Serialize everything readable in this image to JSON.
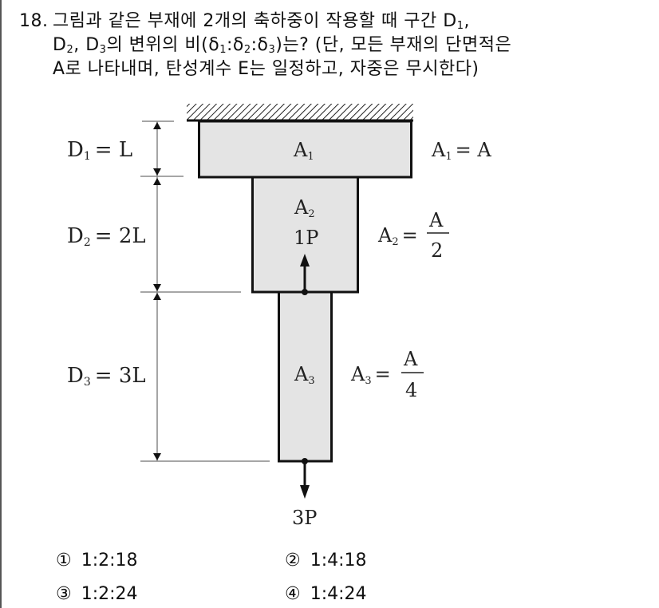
{
  "question": {
    "number": "18.",
    "line1": "그림과 같은 부재에 2개의 축하중이 작용할 때 구간 D",
    "line1_sub": "1",
    "line1_end": ",",
    "line2_a": "D",
    "line2_sub_a": "2",
    "line2_b": ", D",
    "line2_sub_b": "3",
    "line2_c": "의 변위의 비(δ",
    "line2_s1": "1",
    "line2_d": ":δ",
    "line2_s2": "2",
    "line2_e": ":δ",
    "line2_s3": "3",
    "line2_f": ")는? (단, 모든 부재의 단면적은",
    "line3": "A로 나타내며, 탄성계수 E는 일정하고, 자중은 무시한다)"
  },
  "figure": {
    "segments": [
      {
        "label": "D",
        "sub": "1",
        "value": "= L",
        "area_label": "A",
        "area_sub": "1",
        "area_value": "= A"
      },
      {
        "label": "D",
        "sub": "2",
        "value": "= 2L",
        "area_label": "A",
        "area_sub": "2",
        "area_num": "A",
        "area_den": "2"
      },
      {
        "label": "D",
        "sub": "3",
        "value": "= 3L",
        "area_label": "A",
        "area_sub": "3",
        "area_num": "A",
        "area_den": "4"
      }
    ],
    "loads": [
      {
        "label": "1P",
        "direction": "up"
      },
      {
        "label": "3P",
        "direction": "down"
      }
    ],
    "colors": {
      "fill": "#e4e4e4",
      "stroke": "#111111",
      "dim": "#888888"
    }
  },
  "choices": [
    {
      "mark": "①",
      "text": "1:2:18"
    },
    {
      "mark": "②",
      "text": "1:4:18"
    },
    {
      "mark": "③",
      "text": "1:2:24"
    },
    {
      "mark": "④",
      "text": "1:4:24"
    }
  ]
}
